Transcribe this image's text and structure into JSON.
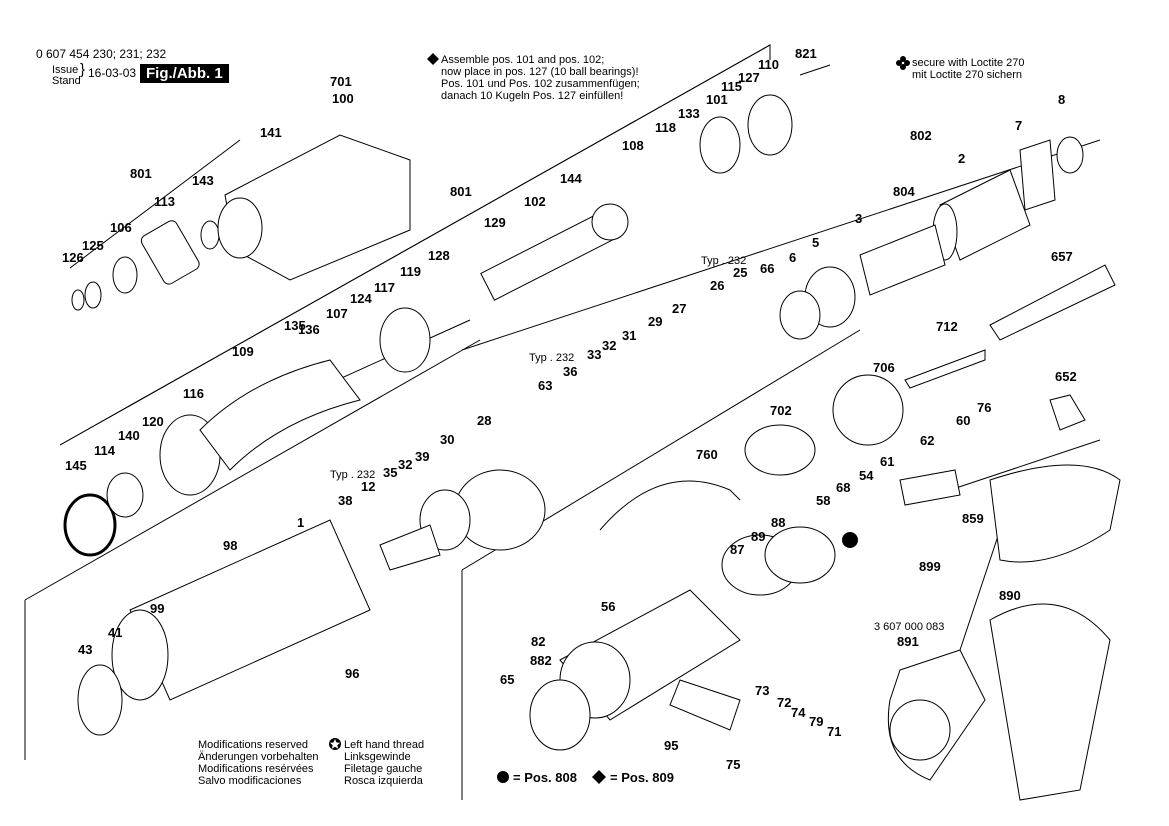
{
  "header": {
    "part_numbers": "0 607 454 230; 231; 232",
    "issue_label": "Issue",
    "stand_label": "Stand",
    "date": "16-03-03",
    "figure": "Fig./Abb. 1"
  },
  "notes": {
    "assemble": [
      "Assemble pos. 101 and pos. 102;",
      "now place in pos. 127 (10 ball bearings)!",
      "Pos. 101 und Pos. 102 zusammenfügen;",
      "danach 10 Kugeln Pos. 127 einfüllen!"
    ],
    "loctite": [
      "secure with Loctite 270",
      "mit Loctite 270 sichern"
    ],
    "modifications": [
      "Modifications reserved",
      "Änderungen vorbehalten",
      "Modifications resérvées",
      "Salvo modificaciones"
    ],
    "left_thread": [
      "Left hand thread",
      "Linksgewinde",
      "Filetage gauche",
      "Rosca izquierda"
    ],
    "legend_808": "= Pos. 808",
    "legend_809": "= Pos. 809",
    "typ232_a": "Typ . 232",
    "typ232_b": "Typ . 232",
    "typ232_c": "Typ . 232",
    "part_891_number": "3 607 000 083"
  },
  "labels": [
    {
      "id": "701",
      "text": "701"
    },
    {
      "id": "100",
      "text": "100"
    },
    {
      "id": "141",
      "text": "141"
    },
    {
      "id": "801a",
      "text": "801"
    },
    {
      "id": "143",
      "text": "143"
    },
    {
      "id": "113",
      "text": "113"
    },
    {
      "id": "106",
      "text": "106"
    },
    {
      "id": "125",
      "text": "125"
    },
    {
      "id": "126",
      "text": "126"
    },
    {
      "id": "801b",
      "text": "801"
    },
    {
      "id": "144",
      "text": "144"
    },
    {
      "id": "108",
      "text": "108"
    },
    {
      "id": "118",
      "text": "118"
    },
    {
      "id": "133",
      "text": "133"
    },
    {
      "id": "101",
      "text": "101"
    },
    {
      "id": "115",
      "text": "115"
    },
    {
      "id": "127",
      "text": "127"
    },
    {
      "id": "110",
      "text": "110"
    },
    {
      "id": "821",
      "text": "821"
    },
    {
      "id": "129",
      "text": "129"
    },
    {
      "id": "102",
      "text": "102"
    },
    {
      "id": "128",
      "text": "128"
    },
    {
      "id": "119",
      "text": "119"
    },
    {
      "id": "117",
      "text": "117"
    },
    {
      "id": "124",
      "text": "124"
    },
    {
      "id": "107",
      "text": "107"
    },
    {
      "id": "136",
      "text": "136"
    },
    {
      "id": "135",
      "text": "135"
    },
    {
      "id": "109",
      "text": "109"
    },
    {
      "id": "116",
      "text": "116"
    },
    {
      "id": "120",
      "text": "120"
    },
    {
      "id": "140",
      "text": "140"
    },
    {
      "id": "114",
      "text": "114"
    },
    {
      "id": "145",
      "text": "145"
    },
    {
      "id": "8",
      "text": "8"
    },
    {
      "id": "7",
      "text": "7"
    },
    {
      "id": "802",
      "text": "802"
    },
    {
      "id": "2",
      "text": "2"
    },
    {
      "id": "804",
      "text": "804"
    },
    {
      "id": "3",
      "text": "3"
    },
    {
      "id": "6",
      "text": "6"
    },
    {
      "id": "5",
      "text": "5"
    },
    {
      "id": "66",
      "text": "66"
    },
    {
      "id": "25",
      "text": "25"
    },
    {
      "id": "26",
      "text": "26"
    },
    {
      "id": "657",
      "text": "657"
    },
    {
      "id": "712",
      "text": "712"
    },
    {
      "id": "652",
      "text": "652"
    },
    {
      "id": "27",
      "text": "27"
    },
    {
      "id": "29",
      "text": "29"
    },
    {
      "id": "31",
      "text": "31"
    },
    {
      "id": "32a",
      "text": "32"
    },
    {
      "id": "33",
      "text": "33"
    },
    {
      "id": "36",
      "text": "36"
    },
    {
      "id": "63",
      "text": "63"
    },
    {
      "id": "28",
      "text": "28"
    },
    {
      "id": "30",
      "text": "30"
    },
    {
      "id": "39",
      "text": "39"
    },
    {
      "id": "32b",
      "text": "32"
    },
    {
      "id": "35",
      "text": "35"
    },
    {
      "id": "12",
      "text": "12"
    },
    {
      "id": "38",
      "text": "38"
    },
    {
      "id": "706",
      "text": "706"
    },
    {
      "id": "702",
      "text": "702"
    },
    {
      "id": "760",
      "text": "760"
    },
    {
      "id": "62",
      "text": "62"
    },
    {
      "id": "60",
      "text": "60"
    },
    {
      "id": "76",
      "text": "76"
    },
    {
      "id": "61",
      "text": "61"
    },
    {
      "id": "54",
      "text": "54"
    },
    {
      "id": "68",
      "text": "68"
    },
    {
      "id": "58",
      "text": "58"
    },
    {
      "id": "859",
      "text": "859"
    },
    {
      "id": "899",
      "text": "899"
    },
    {
      "id": "87",
      "text": "87"
    },
    {
      "id": "89",
      "text": "89"
    },
    {
      "id": "88",
      "text": "88"
    },
    {
      "id": "56",
      "text": "56"
    },
    {
      "id": "82",
      "text": "82"
    },
    {
      "id": "882",
      "text": "882"
    },
    {
      "id": "65",
      "text": "65"
    },
    {
      "id": "95",
      "text": "95"
    },
    {
      "id": "73",
      "text": "73"
    },
    {
      "id": "72",
      "text": "72"
    },
    {
      "id": "74",
      "text": "74"
    },
    {
      "id": "79",
      "text": "79"
    },
    {
      "id": "71",
      "text": "71"
    },
    {
      "id": "75",
      "text": "75"
    },
    {
      "id": "890",
      "text": "890"
    },
    {
      "id": "891",
      "text": "891"
    },
    {
      "id": "98",
      "text": "98"
    },
    {
      "id": "1",
      "text": "1"
    },
    {
      "id": "99",
      "text": "99"
    },
    {
      "id": "96",
      "text": "96"
    },
    {
      "id": "43",
      "text": "43"
    },
    {
      "id": "41",
      "text": "41"
    }
  ]
}
